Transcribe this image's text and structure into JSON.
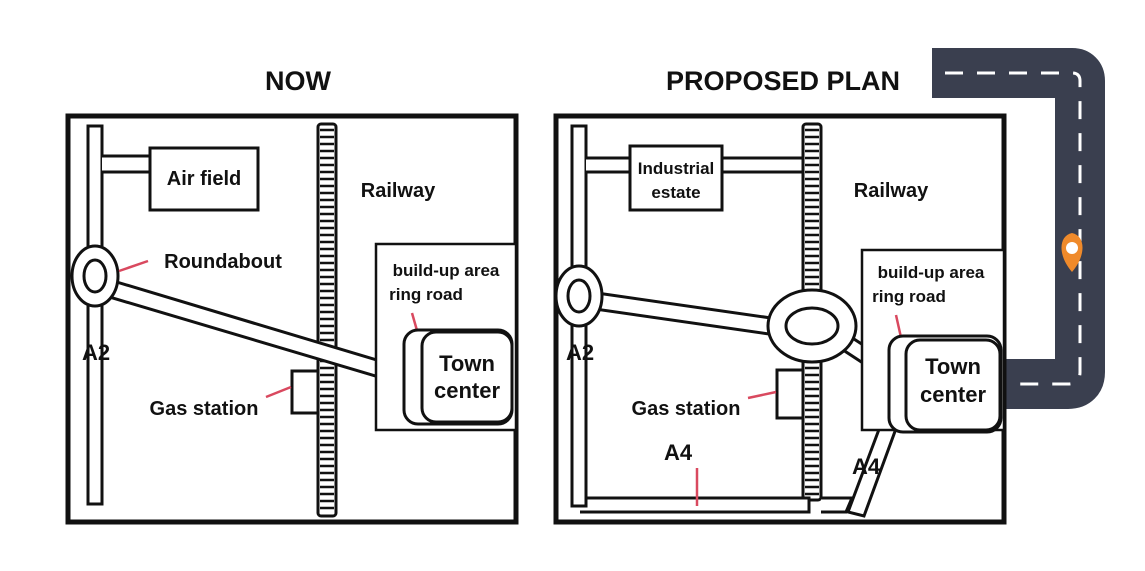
{
  "colors": {
    "ink": "#111111",
    "leader_line": "#d9495f",
    "route_ribbon": "#3a3f4f",
    "route_dash": "#ffffff",
    "pin": "#ef8a2b"
  },
  "icons": {
    "route": "road-route-icon",
    "pin": "location-pin-icon"
  },
  "now": {
    "title": "NOW",
    "air_field": "Air field",
    "railway": "Railway",
    "roundabout": "Roundabout",
    "a2": "A2",
    "gas_station": "Gas station",
    "buildup_line1": "build-up area",
    "buildup_line2": "ring road",
    "town_line1": "Town",
    "town_line2": "center"
  },
  "proposed": {
    "title": "PROPOSED PLAN",
    "industrial_line1": "Industrial",
    "industrial_line2": "estate",
    "railway": "Railway",
    "a2": "A2",
    "gas_station": "Gas station",
    "a4_left": "A4",
    "a4_right": "A4",
    "buildup_line1": "build-up area",
    "buildup_line2": "ring road",
    "town_line1": "Town",
    "town_line2": "center"
  }
}
